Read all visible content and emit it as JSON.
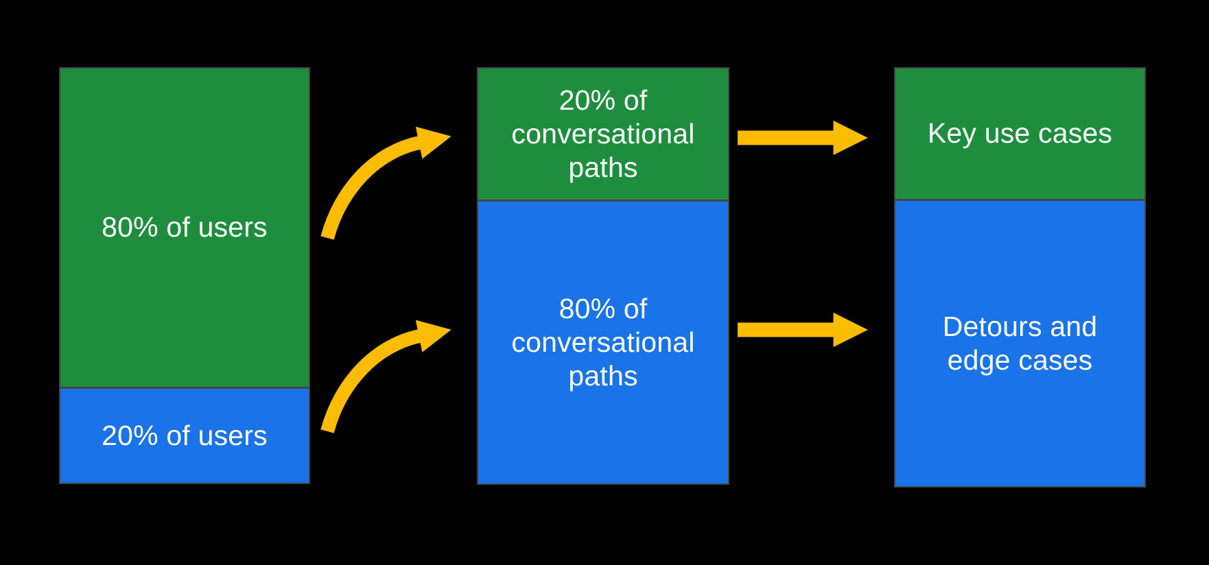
{
  "palette": {
    "background": "#000000",
    "green": "#1e8e3e",
    "blue": "#1a73e8",
    "yellow": "#fbbc04",
    "border": "#454545",
    "text": "#ffffff"
  },
  "diagram": {
    "columns": [
      {
        "name": "users",
        "segments": [
          {
            "label": "80% of users",
            "color": "green"
          },
          {
            "label": "20% of users",
            "color": "blue"
          }
        ]
      },
      {
        "name": "conversational-paths",
        "segments": [
          {
            "label": "20% of conversational paths",
            "color": "green"
          },
          {
            "label": "80% of conversational paths",
            "color": "blue"
          }
        ]
      },
      {
        "name": "outcomes",
        "segments": [
          {
            "label": "Key use cases",
            "color": "green"
          },
          {
            "label": "Detours and edge cases",
            "color": "blue"
          }
        ]
      }
    ],
    "arrows": [
      {
        "name": "arrow-users-80-to-paths-20",
        "style": "curved",
        "color": "yellow"
      },
      {
        "name": "arrow-users-20-to-paths-80",
        "style": "curved",
        "color": "yellow"
      },
      {
        "name": "arrow-paths-20-to-key-use-cases",
        "style": "straight",
        "color": "yellow"
      },
      {
        "name": "arrow-paths-80-to-detours",
        "style": "straight",
        "color": "yellow"
      }
    ]
  }
}
